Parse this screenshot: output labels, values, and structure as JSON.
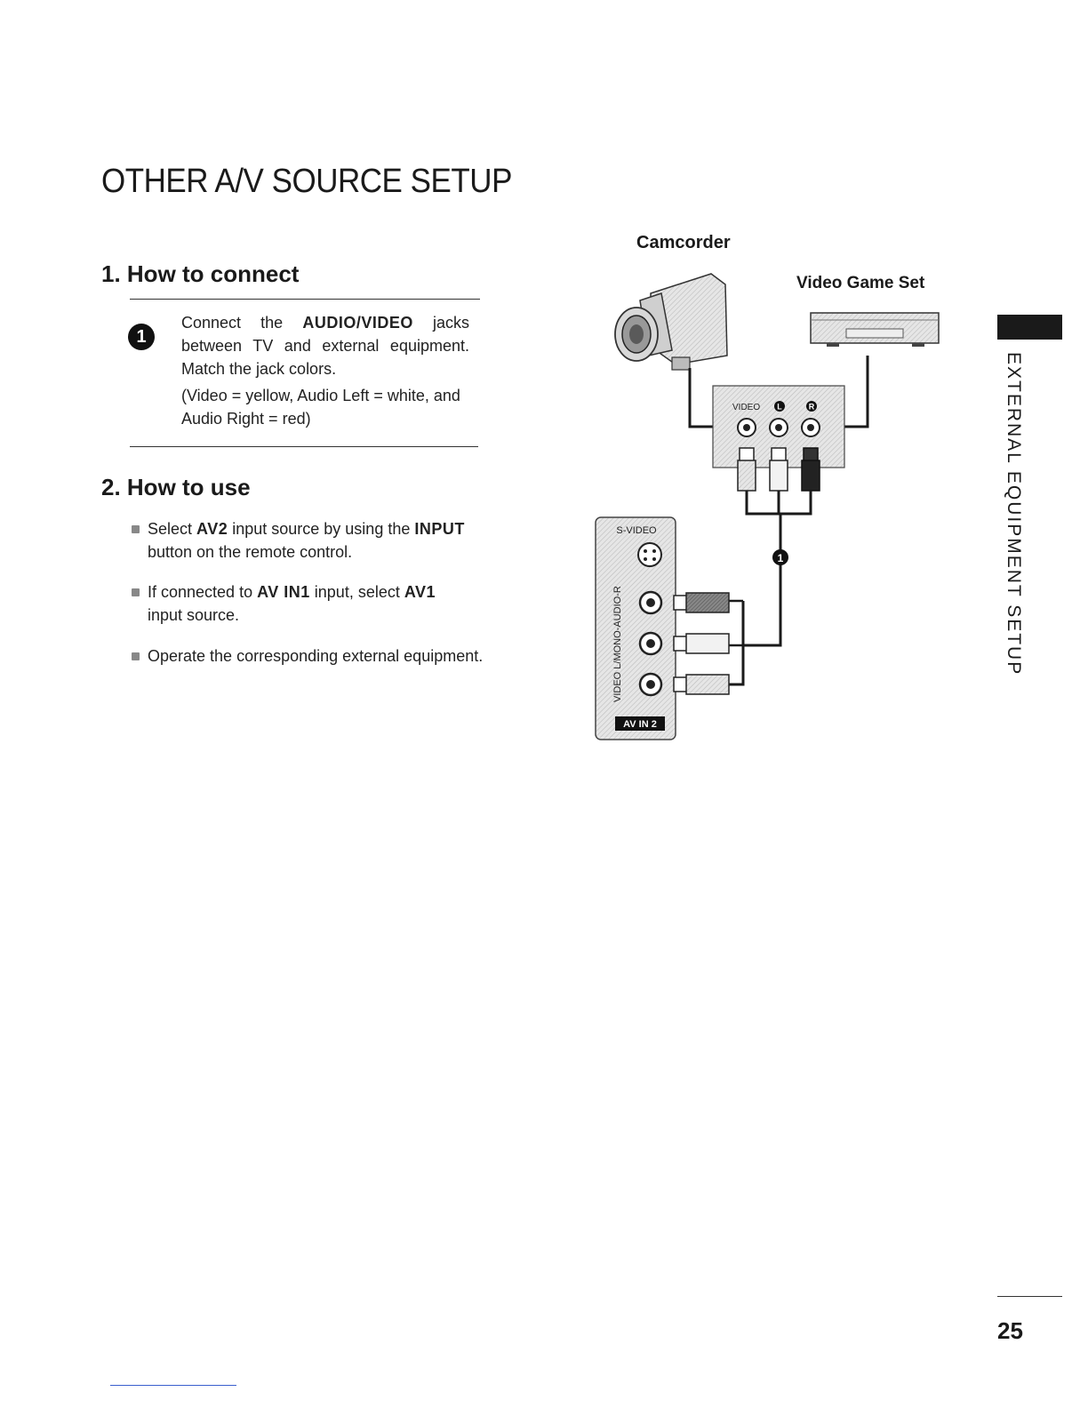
{
  "page": {
    "title": "OTHER A/V SOURCE SETUP",
    "number": "25",
    "side_label": "EXTERNAL EQUIPMENT SETUP"
  },
  "section1": {
    "heading": "1. How to connect",
    "step_badge": "1",
    "line1_pre": "Connect the ",
    "line1_strong": "AUDIO/VIDEO",
    "line1_post": " jacks",
    "line2": "between TV and external equipment.",
    "line3": "Match the jack colors.",
    "note_line1": "(Video = yellow, Audio Left = white, and",
    "note_line2": "Audio Right = red)"
  },
  "section2": {
    "heading": "2. How to use",
    "bullet1_pre": "Select ",
    "bullet1_strong1": "AV2",
    "bullet1_mid": " input source by using the ",
    "bullet1_strong2": "INPUT",
    "bullet1_post": "button on the remote control.",
    "bullet2_pre": "If connected to ",
    "bullet2_strong1": "AV IN1",
    "bullet2_mid": " input, select ",
    "bullet2_strong2": "AV1",
    "bullet2_post": "input source.",
    "bullet3": "Operate the corresponding external equipment."
  },
  "diagram": {
    "camcorder_label": "Camcorder",
    "game_label": "Video Game Set",
    "device_jack_video": "VIDEO",
    "device_jack_left": "L",
    "device_jack_right": "R",
    "panel_svideo": "S-VIDEO",
    "panel_vertical": "VIDEO L/MONO-AUDIO-R",
    "panel_input": "AV IN 2",
    "cable_marker": "1"
  }
}
